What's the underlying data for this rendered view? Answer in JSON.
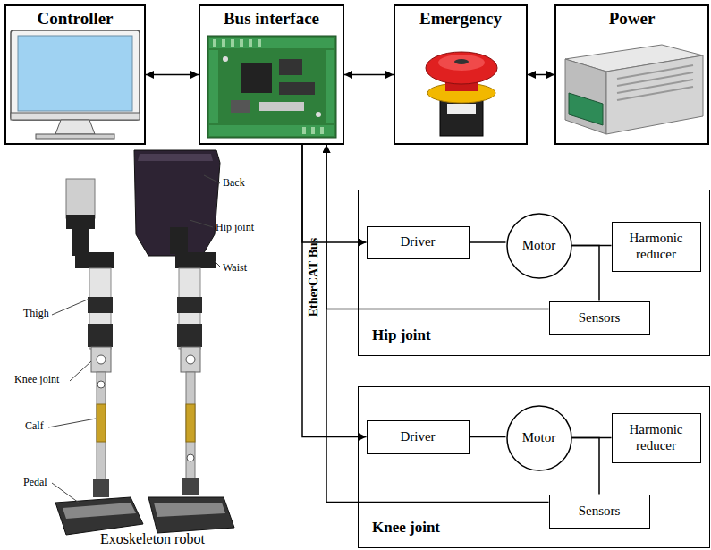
{
  "diagram": {
    "nodes": [
      {
        "text": [
          "Controller"
        ]
      },
      {
        "text": [
          "Bus interface"
        ]
      },
      {
        "text": [
          "Emergency"
        ]
      },
      {
        "text": [
          "Power"
        ]
      },
      {
        "text": [
          "Hip joint"
        ]
      },
      {
        "text": [
          "Driver"
        ],
        "in": 4
      },
      {
        "text": [
          "Motor"
        ],
        "in": 4
      },
      {
        "text": [
          "Harmonic reducer"
        ],
        "in": 4
      },
      {
        "text": [
          "Sensors"
        ],
        "in": 4
      },
      {
        "text": [
          "Knee joint"
        ]
      },
      {
        "text": [
          "Driver"
        ],
        "in": 9
      },
      {
        "text": [
          "Motor"
        ],
        "in": 9
      },
      {
        "text": [
          "Harmonic reducer"
        ],
        "in": 9
      },
      {
        "text": [
          "Sensors"
        ],
        "in": 9
      }
    ],
    "edges": [
      {
        "from": 0,
        "to": 1,
        "arrow": "both"
      },
      {
        "from": 1,
        "to": 2,
        "arrow": "both"
      },
      {
        "from": 2,
        "to": 3,
        "arrow": "both"
      },
      {
        "from": 1,
        "to": 5,
        "arrow": "to"
      },
      {
        "from": 1,
        "to": 10,
        "arrow": "to"
      },
      {
        "from": 8,
        "to": 1,
        "arrow": "to"
      },
      {
        "from": 13,
        "to": 1,
        "arrow": "to"
      },
      {
        "from": 5,
        "to": 6,
        "arrow": "none"
      },
      {
        "from": 6,
        "to": 7,
        "arrow": "none"
      },
      {
        "from": 6,
        "to": 8,
        "arrow": "none"
      },
      {
        "from": 10,
        "to": 11,
        "arrow": "none"
      },
      {
        "from": 11,
        "to": 12,
        "arrow": "none"
      },
      {
        "from": 11,
        "to": 13,
        "arrow": "none"
      }
    ],
    "labels": [
      "EtherCAT Bus",
      "Back",
      "Hip joint",
      "Waist",
      "Thigh",
      "Knee joint",
      "Calf",
      "Pedal",
      "Exoskeleton robot"
    ]
  }
}
